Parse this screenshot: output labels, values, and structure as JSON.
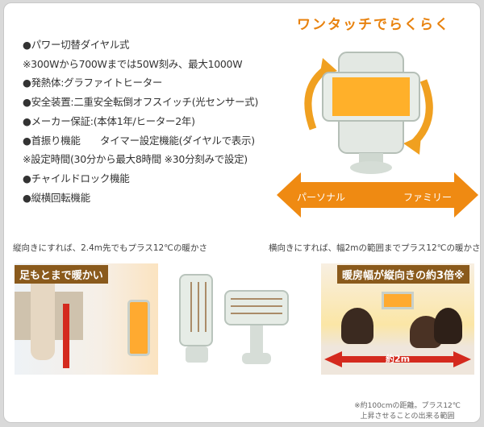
{
  "headline": "ワンタッチでらくらく",
  "specs": [
    "●パワー切替ダイヤル式",
    "※300Wから700Wまでは50W刻み、最大1000W",
    "●発熱体:グラファイトヒーター",
    "●安全装置:二重安全転倒オフスイッチ(光センサー式)",
    "●メーカー保証:(本体1年/ヒーター2年)",
    "●首振り機能　　タイマー設定機能(ダイヤルで表示)",
    "※設定時間(30分から最大8時間 ※30分刻みで設定)",
    "●チャイルドロック機能",
    "●縦横回転機能"
  ],
  "range_arrow": {
    "left": "パーソナル",
    "right": "ファミリー"
  },
  "left_caption": "縦向きにすれば、2.4m先でもプラス12℃の暖かさ",
  "right_caption": "横向きにすれば、幅2mの範囲までプラス12℃の暖かさ",
  "left_tag": "足もとまで暖かい",
  "right_tag": "暖房幅が縦向きの約3倍※",
  "width_label": "約2m",
  "footnote": [
    "※約100cmの距離。プラス12℃",
    "上昇させることの出来る範囲"
  ],
  "colors": {
    "accent": "#e8820e",
    "tag": "#8a5a1c",
    "arrow_red": "#d42a1e"
  }
}
